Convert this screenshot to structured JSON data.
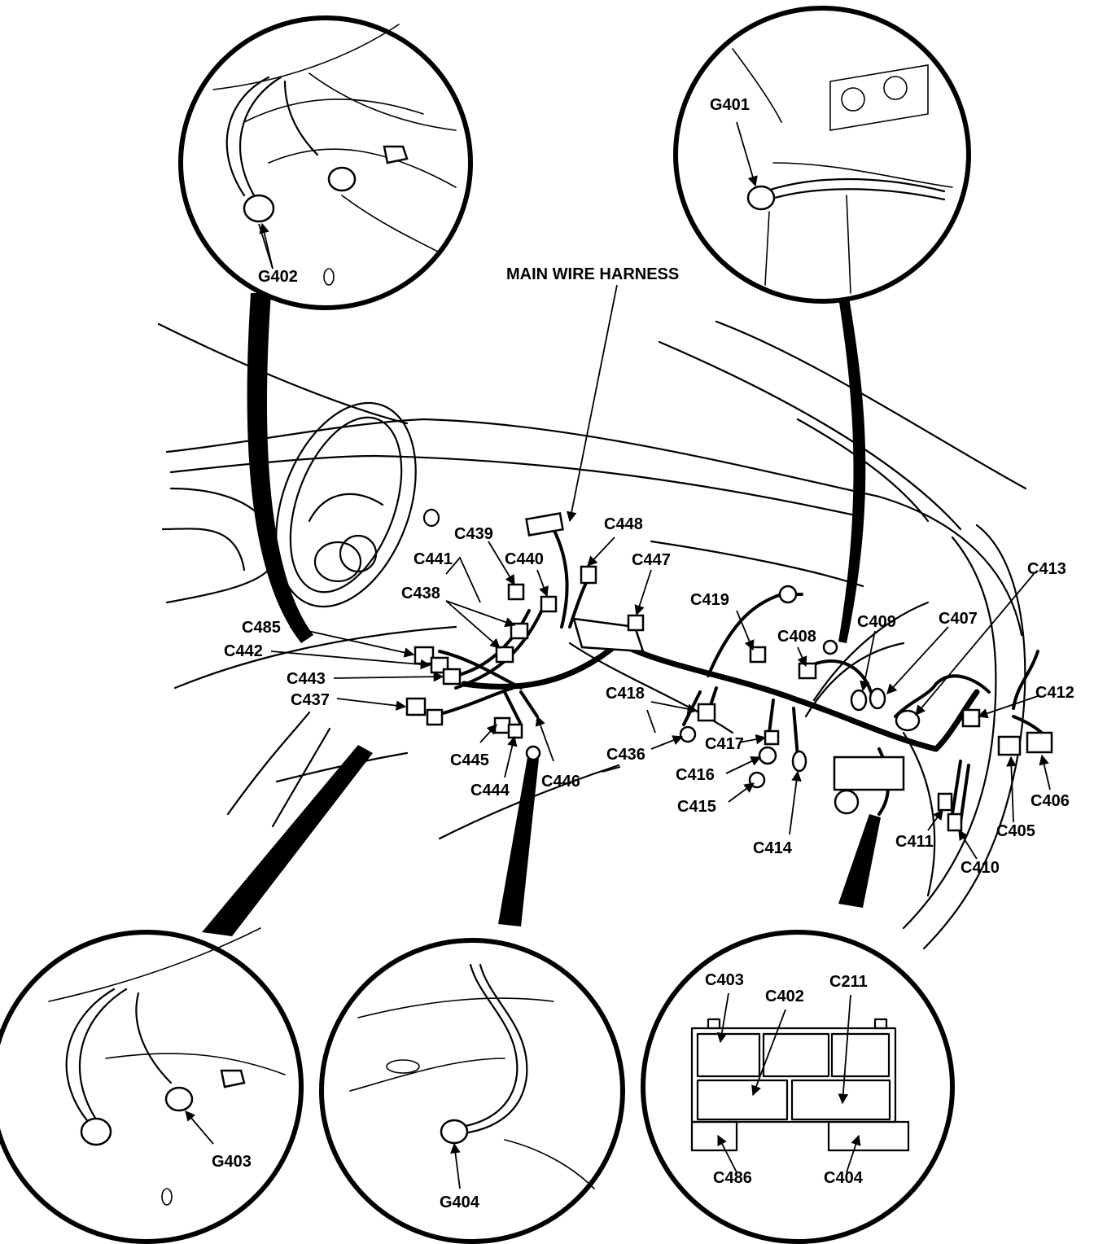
{
  "title": "MAIN WIRE HARNESS",
  "colors": {
    "ink": "#000000",
    "paper": "#ffffff"
  },
  "grounds": {
    "g401": "G401",
    "g402": "G402",
    "g403": "G403",
    "g404": "G404"
  },
  "connectors": {
    "c402": "C402",
    "c403": "C403",
    "c404": "C404",
    "c405": "C405",
    "c406": "C406",
    "c407": "C407",
    "c408": "C408",
    "c409": "C409",
    "c410": "C410",
    "c411": "C411",
    "c412": "C412",
    "c413": "C413",
    "c414": "C414",
    "c415": "C415",
    "c416": "C416",
    "c417": "C417",
    "c418": "C418",
    "c419": "C419",
    "c436": "C436",
    "c437": "C437",
    "c438": "C438",
    "c439": "C439",
    "c440": "C440",
    "c441": "C441",
    "c442": "C442",
    "c443": "C443",
    "c444": "C444",
    "c445": "C445",
    "c446": "C446",
    "c447": "C447",
    "c448": "C448",
    "c485": "C485",
    "c486": "C486",
    "c211": "C211"
  }
}
